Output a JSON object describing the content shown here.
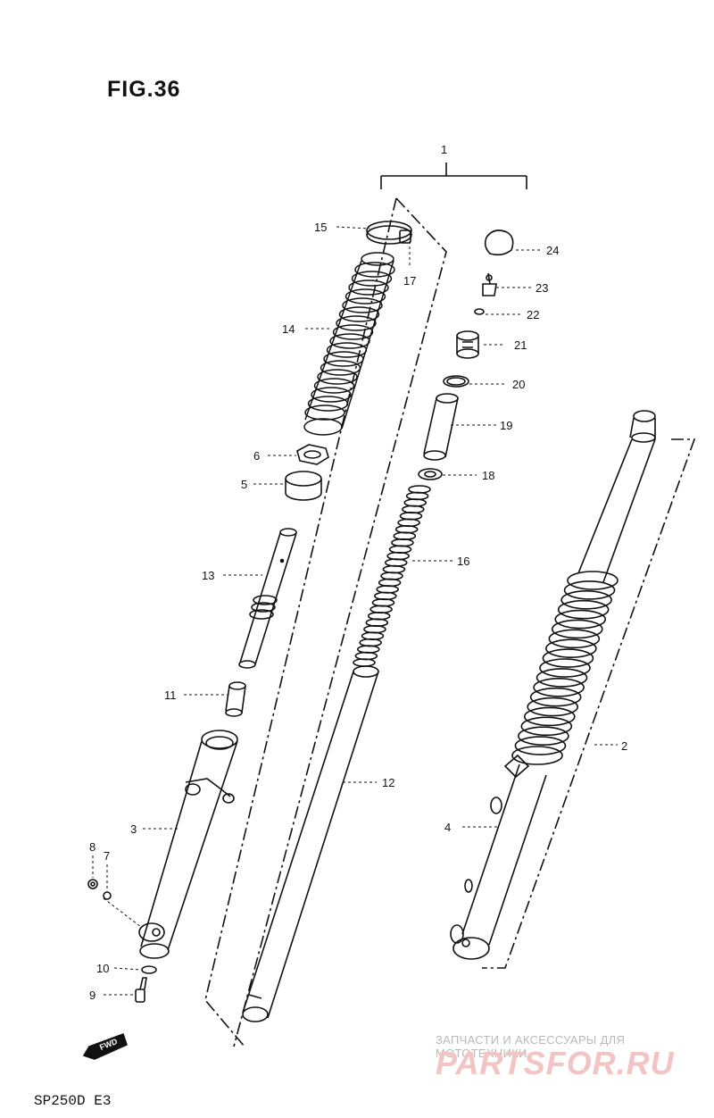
{
  "figure": {
    "title": "FIG.36",
    "model_code": "SP250D E3"
  },
  "watermark": {
    "line1": "ЗАПЧАСТИ И АКСЕССУАРЫ ДЛЯ МОТОТЕХНИКИ",
    "line2": "PARTSFOR.RU",
    "color": "#f2c4c4"
  },
  "direction_marker": "FWD",
  "callouts": [
    "1",
    "2",
    "3",
    "4",
    "5",
    "6",
    "7",
    "8",
    "9",
    "10",
    "11",
    "12",
    "13",
    "14",
    "15",
    "16",
    "17",
    "18",
    "19",
    "20",
    "21",
    "22",
    "23",
    "24"
  ]
}
